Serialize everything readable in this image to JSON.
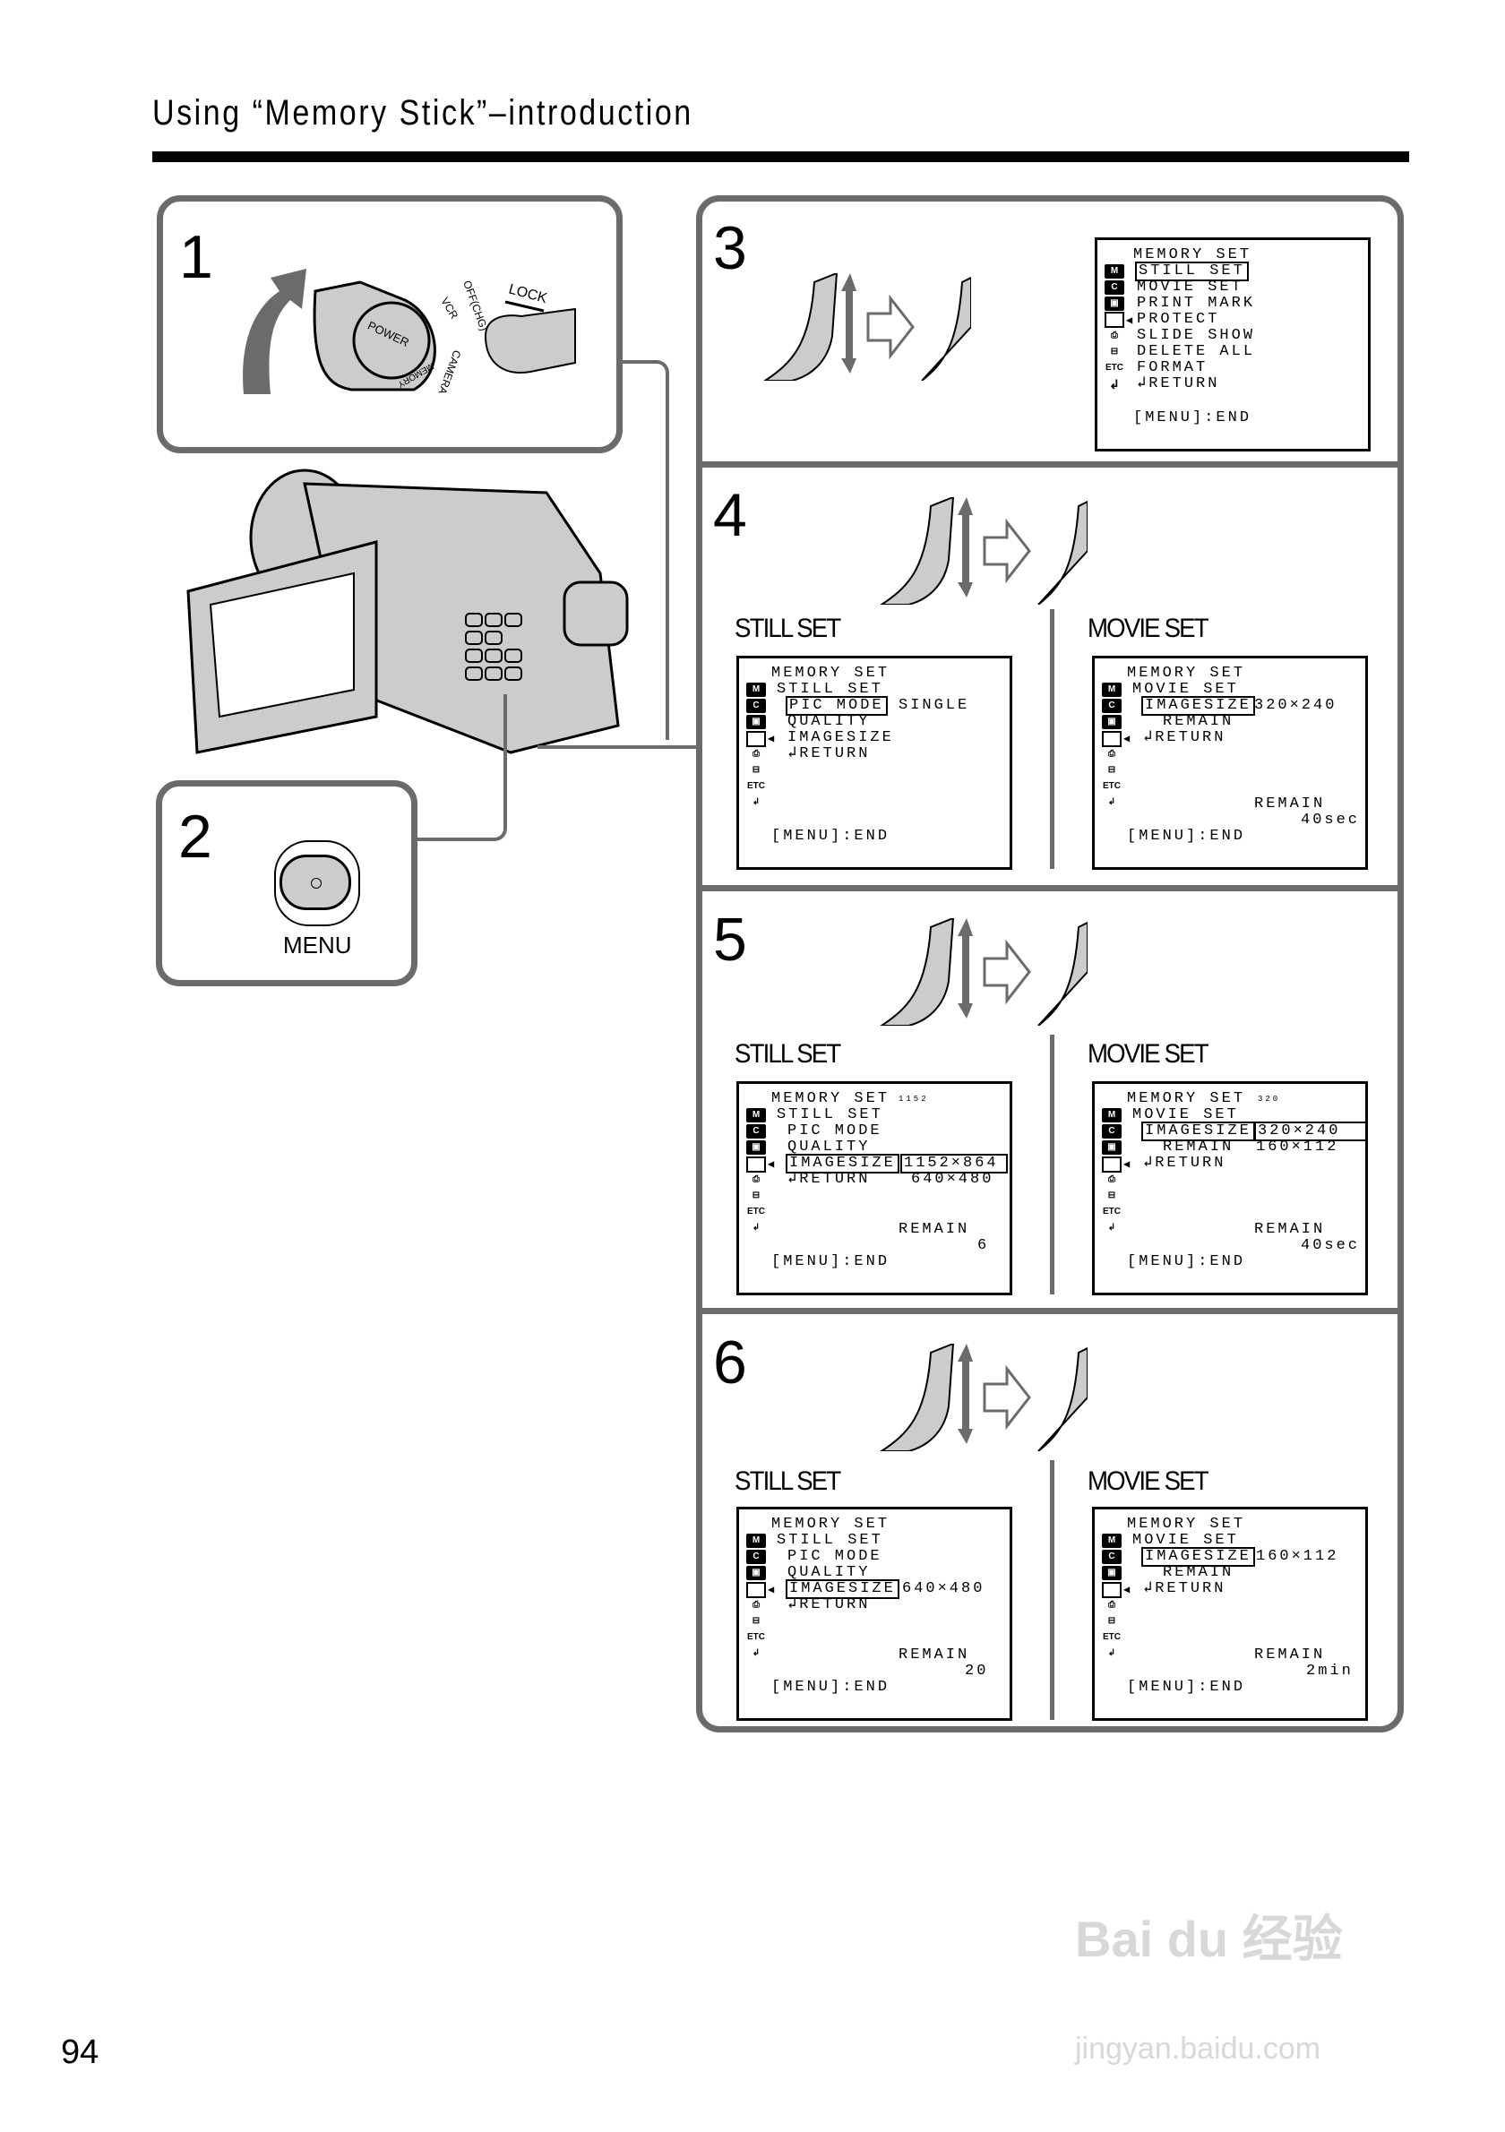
{
  "page": {
    "title": "Using “Memory Stick”–introduction",
    "page_number": "94",
    "watermark": {
      "brand": "Bai du 经验",
      "url": "jingyan.baidu.com"
    }
  },
  "steps": {
    "step1": {
      "number": "1",
      "dial_labels": [
        "POWER",
        "VCR",
        "OFF(CHG)",
        "CAMERA",
        "MEMORY"
      ],
      "lock_label": "LOCK"
    },
    "step2": {
      "number": "2",
      "button_label": "MENU"
    },
    "step3": {
      "number": "3",
      "lcd": {
        "title": "MEMORY SET",
        "items": [
          "STILL SET",
          "MOVIE SET",
          "PRINT MARK",
          "PROTECT",
          "SLIDE SHOW",
          "DELETE ALL",
          "FORMAT",
          "↲RETURN"
        ],
        "selected": "STILL SET",
        "footer": "[MENU]:END"
      }
    },
    "step4": {
      "number": "4",
      "still": {
        "label": "STILL SET",
        "title": "MEMORY SET",
        "subtitle": "STILL SET",
        "items": [
          "PIC MODE",
          "QUALITY",
          "IMAGESIZE",
          "↲RETURN"
        ],
        "selected": "PIC MODE",
        "value": "SINGLE",
        "footer": "[MENU]:END"
      },
      "movie": {
        "label": "MOVIE SET",
        "title": "MEMORY SET",
        "subtitle": "MOVIE SET",
        "items": [
          "IMAGESIZE",
          "REMAIN",
          "↲RETURN"
        ],
        "selected": "IMAGESIZE",
        "value": "320×240",
        "remain_label": "REMAIN",
        "remain_value": "40sec",
        "footer": "[MENU]:END"
      }
    },
    "step5": {
      "number": "5",
      "still": {
        "label": "STILL SET",
        "title": "MEMORY SET",
        "size_badge": "1152",
        "subtitle": "STILL SET",
        "items": [
          "PIC MODE",
          "QUALITY",
          "IMAGESIZE",
          "↲RETURN"
        ],
        "selected": "IMAGESIZE",
        "options": [
          "1152×864",
          "640×480"
        ],
        "selected_option": "1152×864",
        "remain_label": "REMAIN",
        "remain_value": "6",
        "footer": "[MENU]:END"
      },
      "movie": {
        "label": "MOVIE SET",
        "title": "MEMORY SET",
        "size_badge": "320",
        "subtitle": "MOVIE SET",
        "items": [
          "IMAGESIZE",
          "REMAIN",
          "↲RETURN"
        ],
        "selected": "IMAGESIZE",
        "options": [
          "320×240",
          "160×112"
        ],
        "selected_option": "320×240",
        "remain_label": "REMAIN",
        "remain_value": "40sec",
        "footer": "[MENU]:END"
      }
    },
    "step6": {
      "number": "6",
      "still": {
        "label": "STILL SET",
        "title": "MEMORY SET",
        "subtitle": "STILL SET",
        "items": [
          "PIC MODE",
          "QUALITY",
          "IMAGESIZE",
          "↲RETURN"
        ],
        "selected": "IMAGESIZE",
        "value": "640×480",
        "remain_label": "REMAIN",
        "remain_value": "20",
        "footer": "[MENU]:END"
      },
      "movie": {
        "label": "MOVIE SET",
        "title": "MEMORY SET",
        "subtitle": "MOVIE SET",
        "items": [
          "IMAGESIZE",
          "REMAIN",
          "↲RETURN"
        ],
        "selected": "IMAGESIZE",
        "value": "160×112",
        "remain_label": "REMAIN",
        "remain_value": "2min",
        "footer": "[MENU]:END"
      }
    }
  },
  "lcd_side_icons": [
    "M",
    "C",
    "print-mark",
    "memory-stick",
    "printer",
    "toolbox",
    "ETC",
    "return"
  ]
}
